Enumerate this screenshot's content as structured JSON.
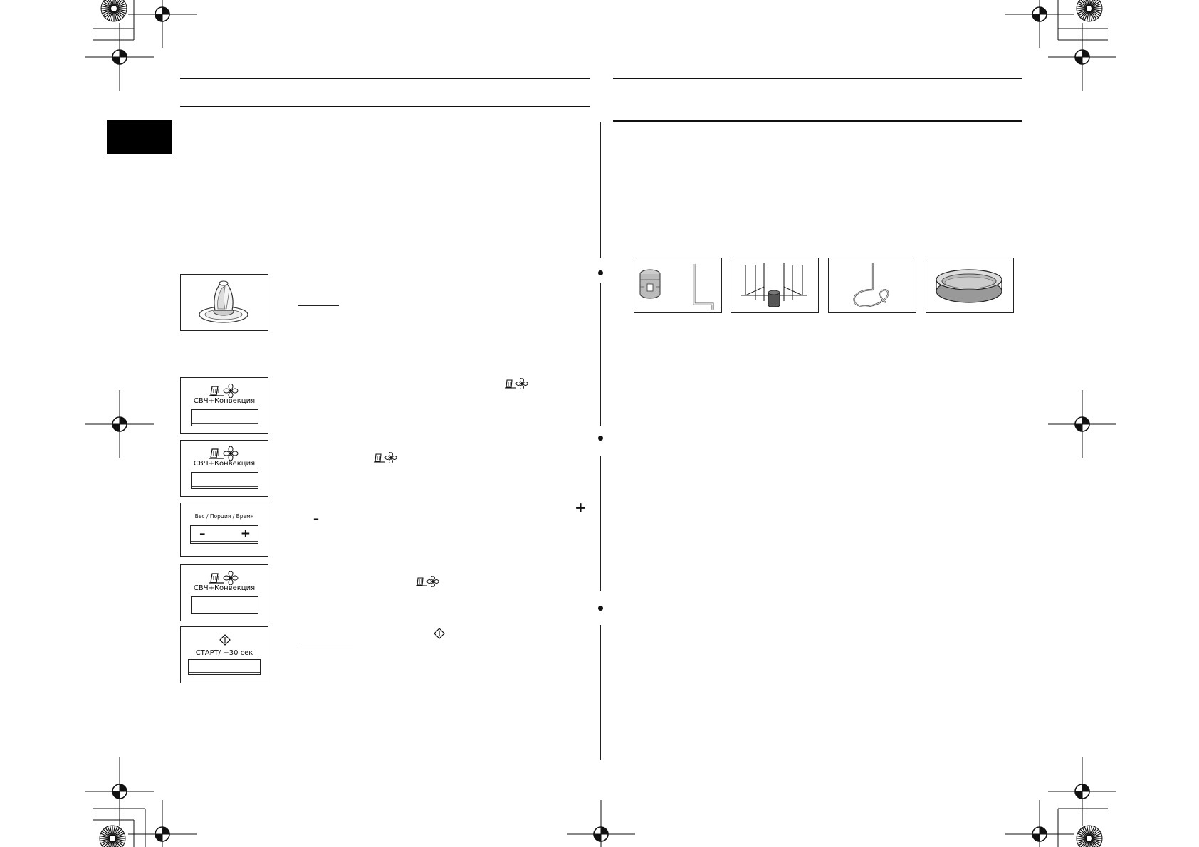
{
  "left_column": {
    "panels": [
      {
        "id": "combo-1",
        "label": "СВЧ+Конвекция"
      },
      {
        "id": "combo-2",
        "label": "СВЧ+Конвекция"
      },
      {
        "id": "selector",
        "label": "Вес / Порция / Время",
        "minus": "–",
        "plus": "+"
      },
      {
        "id": "combo-3",
        "label": "СВЧ+Конвекция"
      },
      {
        "id": "start",
        "label": "СТАРТ/ +30 сек"
      }
    ],
    "inline_plus": "+",
    "inline_minus": "–"
  },
  "icons": {
    "combo": "microwave-convection-icon",
    "start": "start-diamond-icon"
  },
  "right_column": {
    "accessories": [
      {
        "name": "rotisserie-holder-and-bracket"
      },
      {
        "name": "kebab-rack"
      },
      {
        "name": "rotisserie-spit"
      },
      {
        "name": "round-dish"
      }
    ]
  }
}
